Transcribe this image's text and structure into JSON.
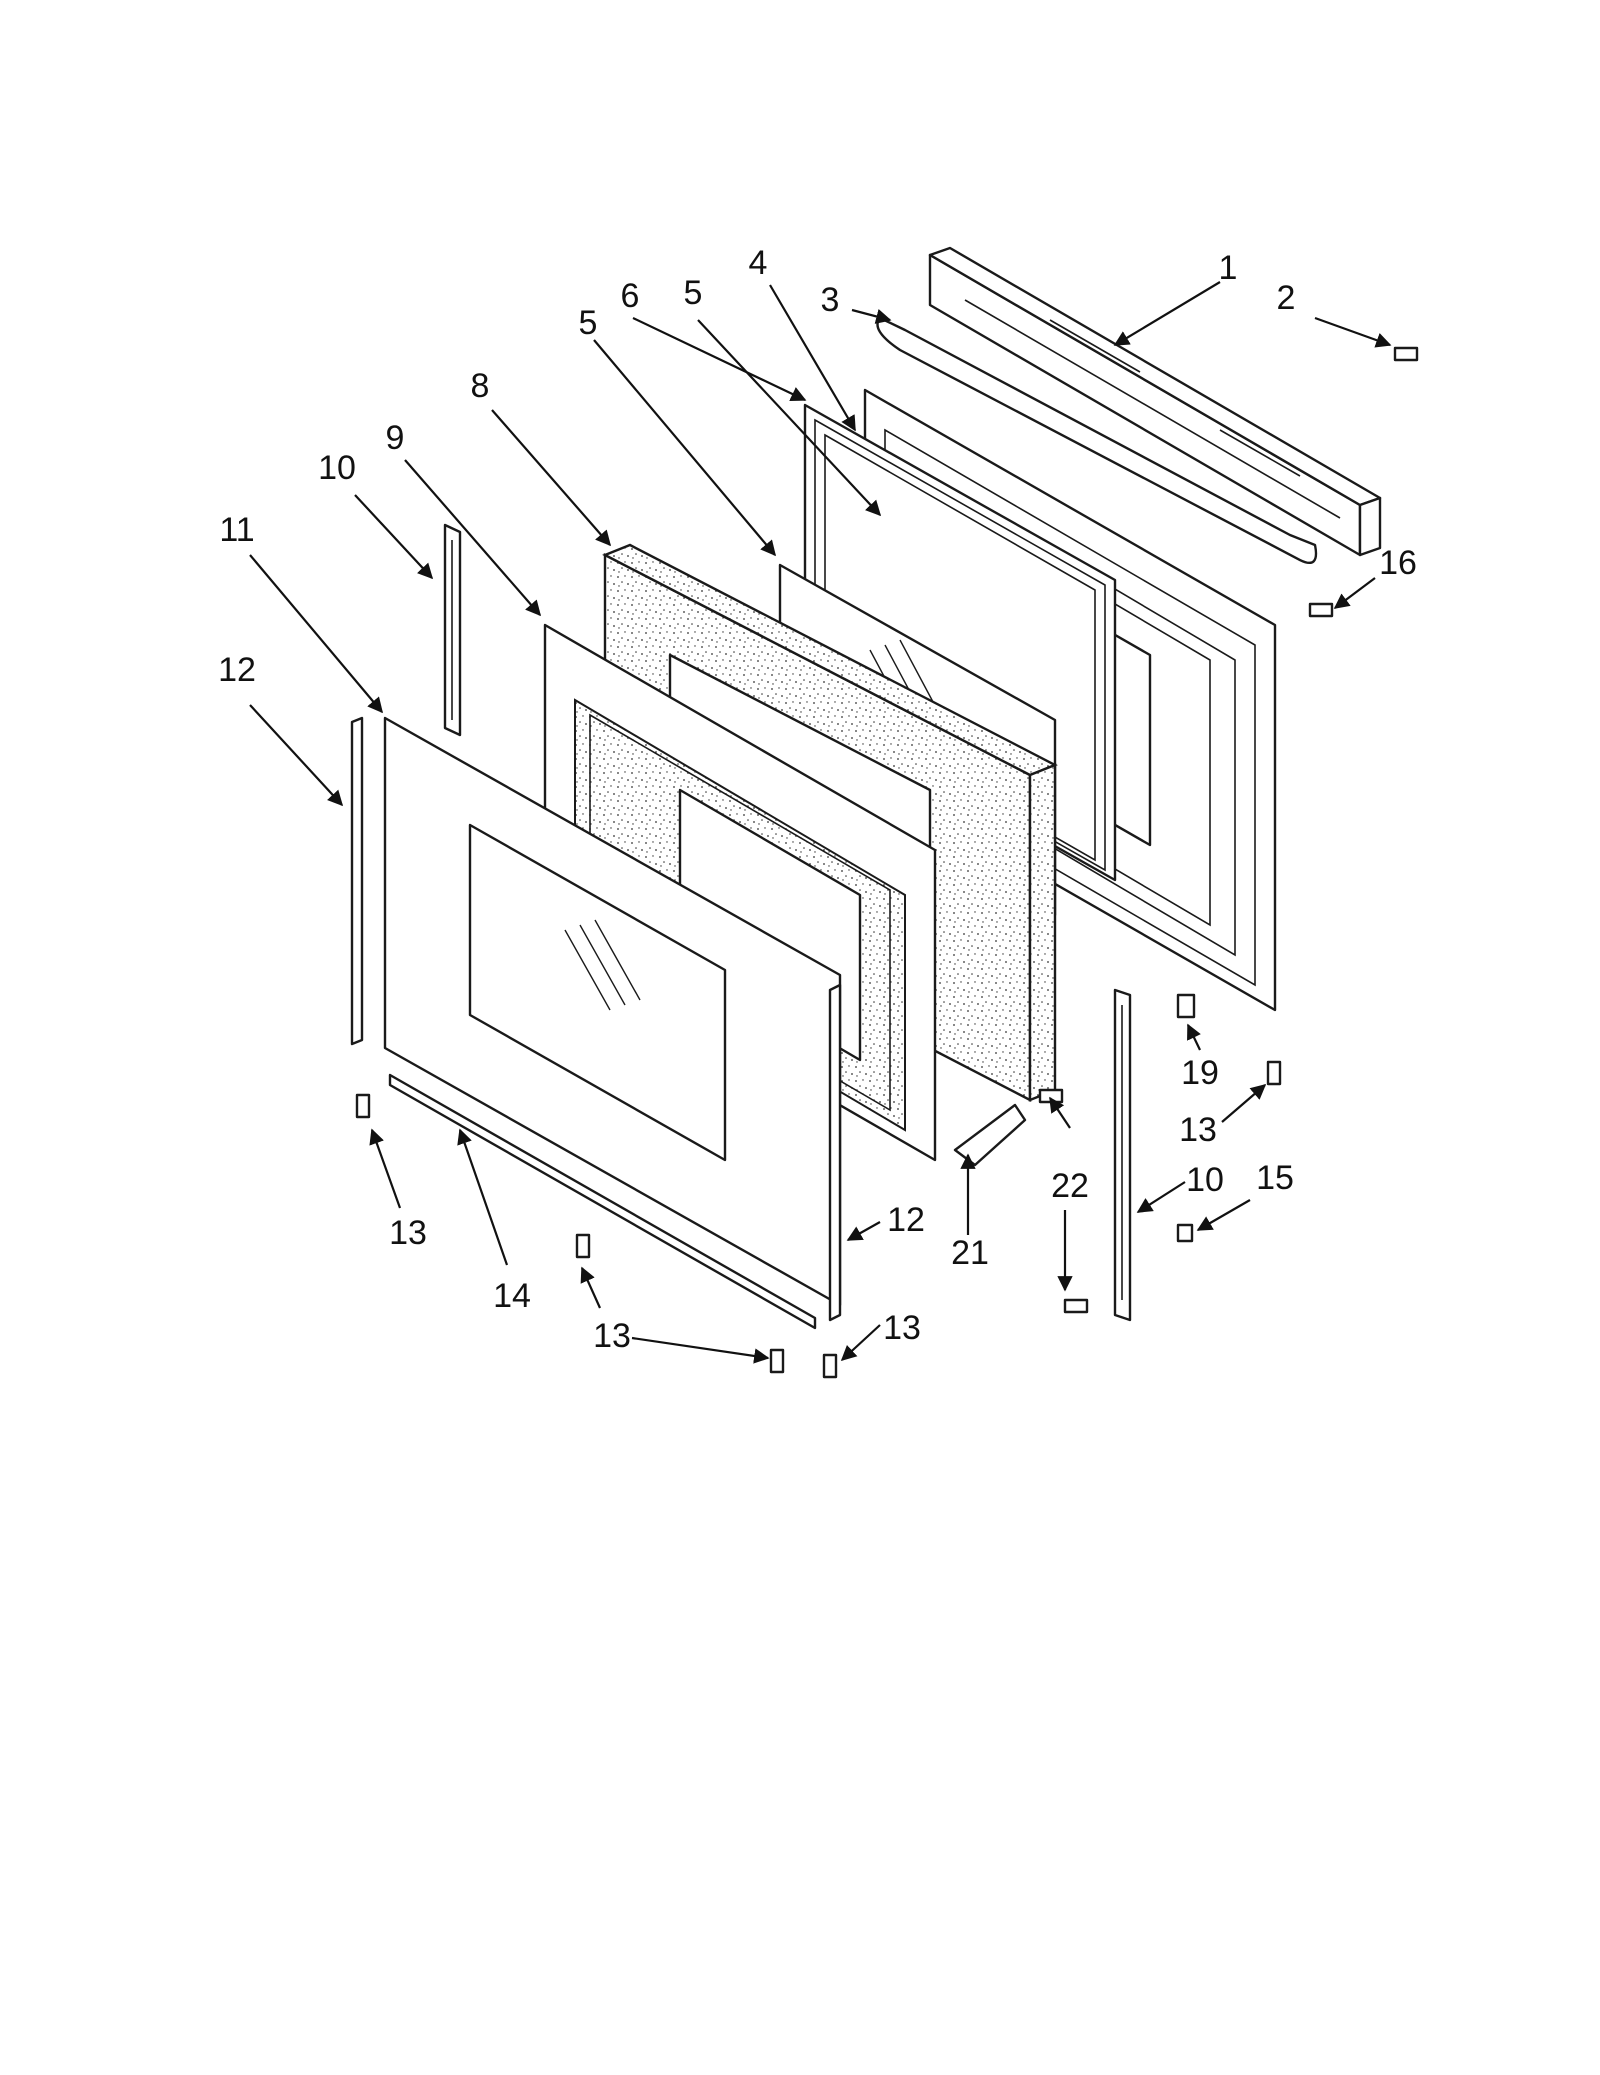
{
  "callouts": {
    "c1": "1",
    "c2": "2",
    "c3": "3",
    "c4": "4",
    "c5a": "5",
    "c5b": "5",
    "c6": "6",
    "c8": "8",
    "c9": "9",
    "c10a": "10",
    "c10b": "10",
    "c11": "11",
    "c12a": "12",
    "c12b": "12",
    "c13a": "13",
    "c13b": "13",
    "c13c": "13",
    "c13d": "13",
    "c14": "14",
    "c15": "15",
    "c16": "16",
    "c19": "19",
    "c21": "21",
    "c22": "22"
  },
  "colors": {
    "line": "#1a1a1a",
    "background": "#ffffff",
    "insulation_dots": "#333333"
  }
}
